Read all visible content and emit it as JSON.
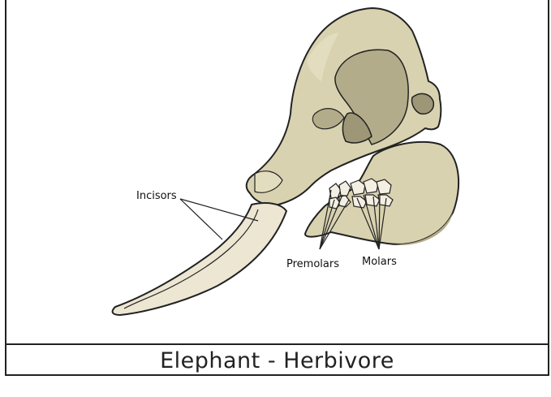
{
  "diagram": {
    "labels": {
      "incisors": "Incisors",
      "premolars": "Premolars",
      "molars": "Molars"
    }
  },
  "caption": "Elephant - Herbivore",
  "colors": {
    "bone": "#d8d2b0",
    "bone_shadow": "#b3ac8a",
    "bone_dark": "#9d9677",
    "tusk": "#ece6d2",
    "teeth": "#f3efe2",
    "outline": "#222222"
  }
}
